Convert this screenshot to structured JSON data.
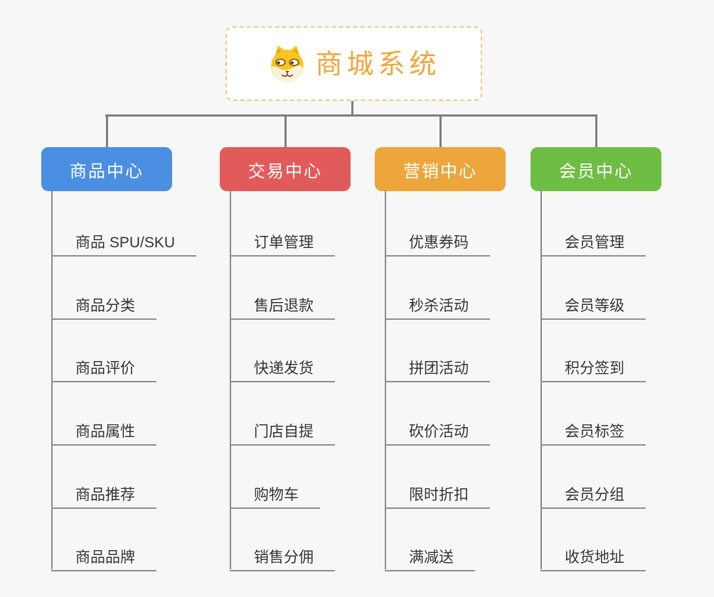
{
  "root": {
    "title": "商城系统",
    "icon": "dog-face-icon"
  },
  "branches": [
    {
      "label": "商品中心",
      "color": "#4B8FE2",
      "items": [
        "商品 SPU/SKU",
        "商品分类",
        "商品评价",
        "商品属性",
        "商品推荐",
        "商品品牌"
      ]
    },
    {
      "label": "交易中心",
      "color": "#E25B5B",
      "items": [
        "订单管理",
        "售后退款",
        "快递发货",
        "门店自提",
        "购物车",
        "销售分佣"
      ]
    },
    {
      "label": "营销中心",
      "color": "#ECA63C",
      "items": [
        "优惠券码",
        "秒杀活动",
        "拼团活动",
        "砍价活动",
        "限时折扣",
        "满减送"
      ]
    },
    {
      "label": "会员中心",
      "color": "#6FBE44",
      "items": [
        "会员管理",
        "会员等级",
        "积分签到",
        "会员标签",
        "会员分组",
        "收货地址"
      ]
    }
  ],
  "colors": {
    "background": "#F7F7F7",
    "root_text": "#F0A63C",
    "root_border": "#F3C87E",
    "connector": "#7F7F7F",
    "leaf_underline": "#8F8F8F",
    "leaf_text": "#2F3236"
  }
}
